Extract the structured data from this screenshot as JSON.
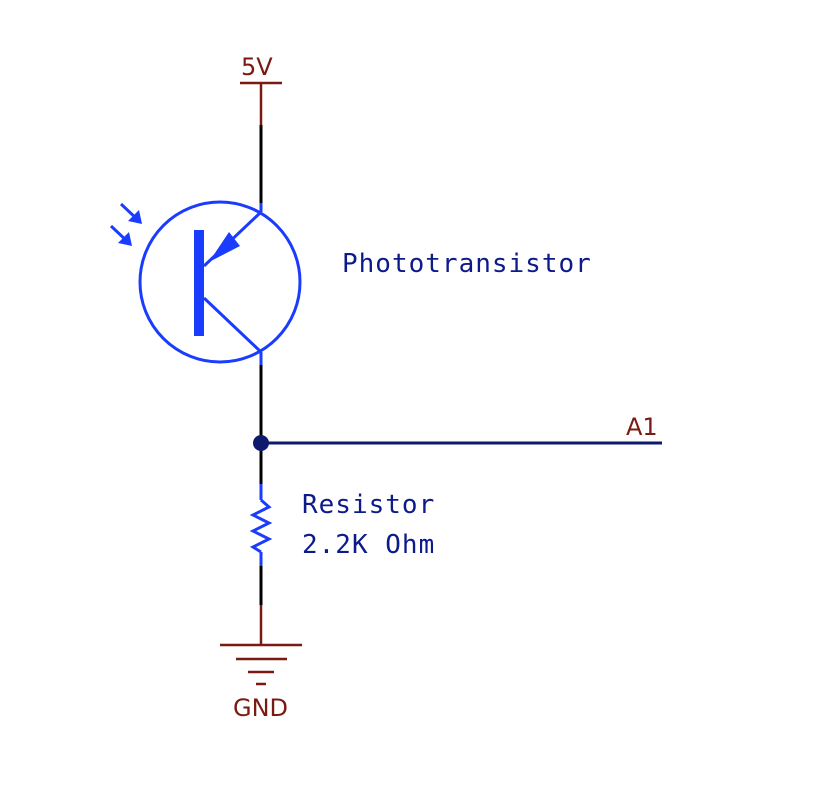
{
  "diagram": {
    "power_label": "5V",
    "ground_label": "GND",
    "output_label": "A1",
    "transistor_label": "Phototransistor",
    "resistor_label": "Resistor",
    "resistor_value": "2.2K Ohm"
  },
  "colors": {
    "wire": "#000000",
    "component": "#1a3cff",
    "net_label": "#7a1a12",
    "text": "#0d1a8a",
    "signal_wire": "#0d1a6e",
    "junction": "#0d1a6e",
    "background": "#ffffff"
  }
}
